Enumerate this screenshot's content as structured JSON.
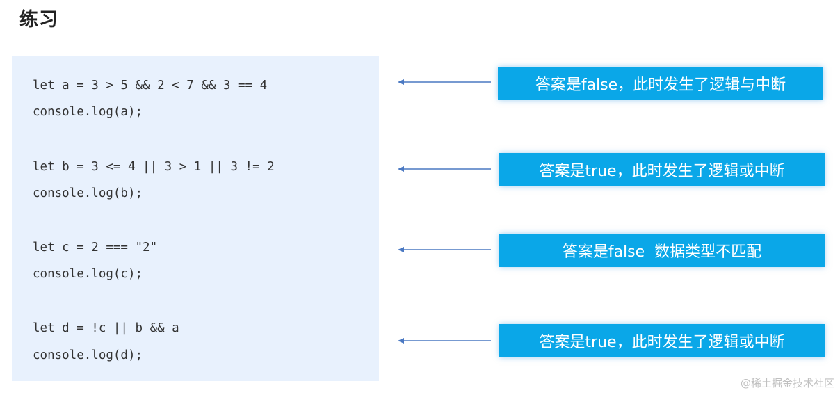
{
  "title": "练习",
  "code": {
    "lines": [
      "let a = 3 > 5 && 2 < 7 && 3 == 4",
      "console.log(a);",
      "let b = 3 <= 4 || 3 > 1 || 3 != 2",
      "console.log(b);",
      "let c = 2 === \"2\"",
      "console.log(c);",
      "let d = !c || b && a",
      "console.log(d);"
    ]
  },
  "answers": [
    "答案是false，此时发生了逻辑与中断",
    "答案是true，此时发生了逻辑或中断",
    "答案是false  数据类型不匹配",
    "答案是true，此时发生了逻辑或中断"
  ],
  "colors": {
    "panel_bg": "#e8f1fd",
    "answer_bg": "#0aa7e8",
    "arrow": "#4a78c2"
  },
  "watermark": "@稀土掘金技术社区"
}
